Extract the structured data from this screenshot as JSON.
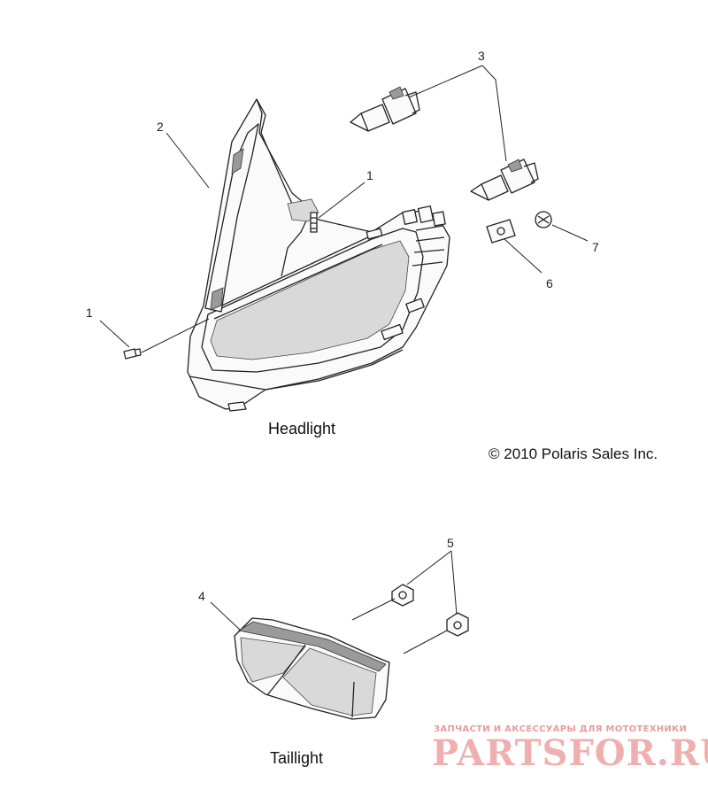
{
  "diagram": {
    "captions": {
      "headlight": "Headlight",
      "taillight": "Taillight"
    },
    "copyright": "© 2010 Polaris Sales Inc.",
    "callouts": {
      "c1a": "1",
      "c1b": "1",
      "c2": "2",
      "c3": "3",
      "c4": "4",
      "c5": "5",
      "c6": "6",
      "c7": "7"
    },
    "watermark": {
      "tagline": "ЗАПЧАСТИ И АКСЕССУАРЫ ДЛЯ МОТОТЕХНИКИ",
      "brand": "PARTSFOR.RU"
    }
  }
}
